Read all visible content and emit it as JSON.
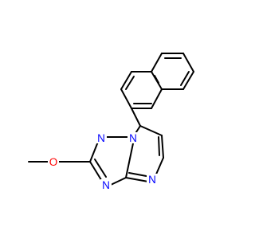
{
  "molecule": {
    "atoms": {
      "n1": "N",
      "n2": "N",
      "n3": "N",
      "n4": "N",
      "o1": "O"
    },
    "colors": {
      "nitrogen": "#0000ff",
      "oxygen": "#ff0000",
      "bond": "#000000",
      "background": "#ffffff"
    }
  }
}
